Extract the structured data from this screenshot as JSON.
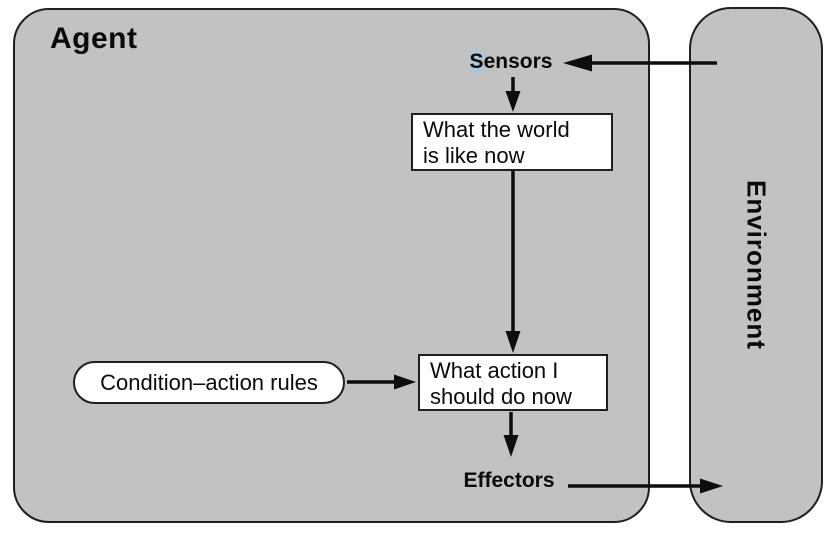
{
  "colors": {
    "panel-gray": "#c2c2c2",
    "border-dark": "#1f1f1f",
    "box-white": "#ffffff",
    "arrow-black": "#0d0d0d",
    "sensor-highlight": "#aec6da",
    "text-black": "#0a0a0a",
    "page-bg": "#ffffff"
  },
  "agent": {
    "label": "Agent"
  },
  "environment": {
    "label": "Environment"
  },
  "sensors": {
    "label": "Sensors"
  },
  "effectors": {
    "label": "Effectors"
  },
  "nodes": {
    "world_state": {
      "line1": "What the world",
      "line2": "is like now"
    },
    "action_choice": {
      "line1": "What action I",
      "line2": "should do now"
    },
    "condition_action_rules": {
      "label": "Condition–action rules"
    }
  },
  "edges": [
    {
      "from": "Environment",
      "to": "Sensors"
    },
    {
      "from": "Sensors",
      "to": "What the world is like now"
    },
    {
      "from": "What the world is like now",
      "to": "What action I should do now"
    },
    {
      "from": "Condition-action rules",
      "to": "What action I should do now"
    },
    {
      "from": "What action I should do now",
      "to": "Effectors"
    },
    {
      "from": "Effectors",
      "to": "Environment"
    }
  ]
}
